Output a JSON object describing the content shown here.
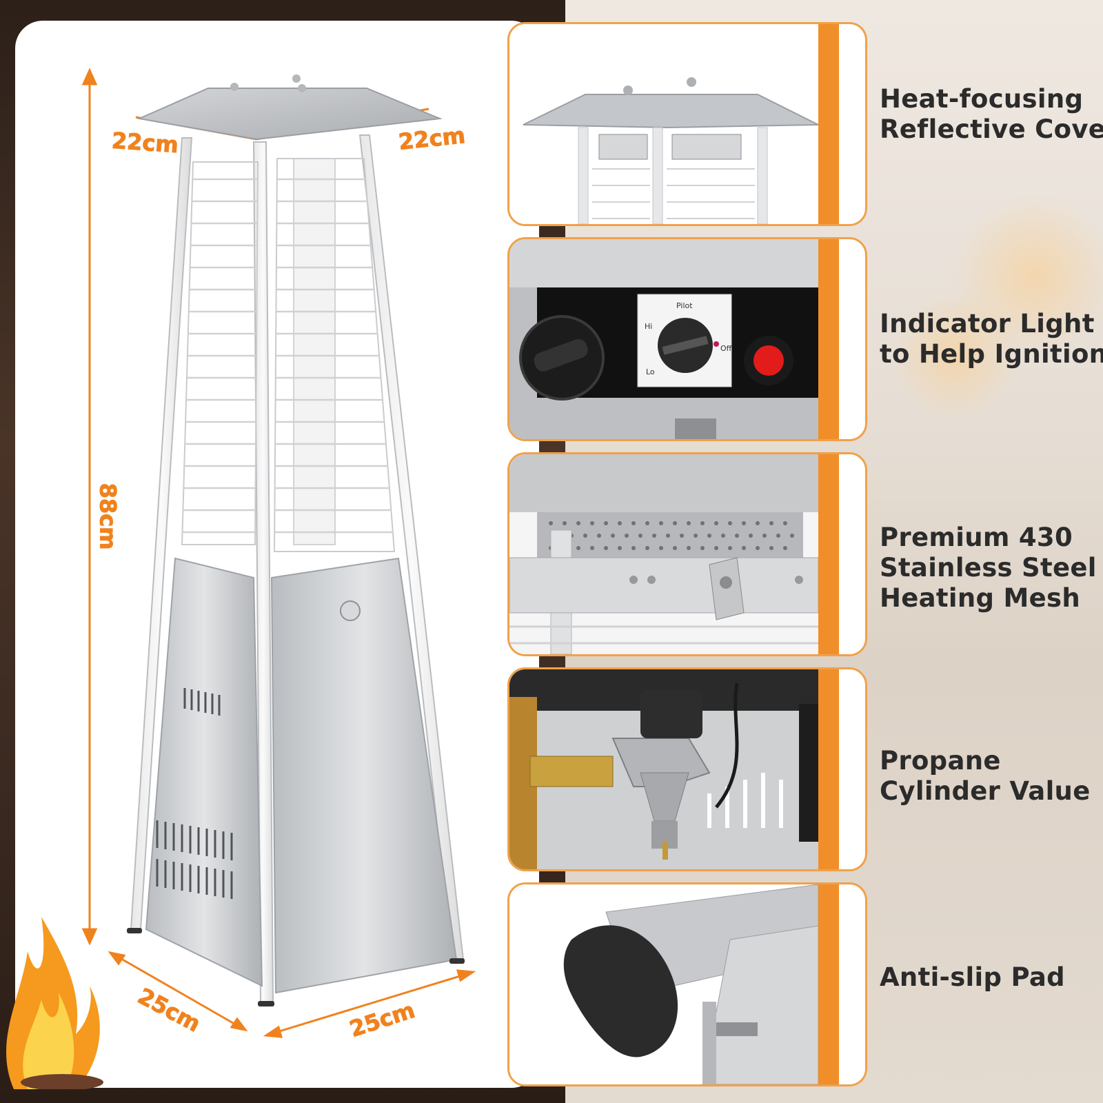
{
  "dimensions": {
    "top_left": "22cm",
    "top_right": "22cm",
    "height": "88cm",
    "bottom_left": "25cm",
    "bottom_right": "25cm"
  },
  "control_panel": {
    "pilot_label": "Pilot",
    "hi_label": "Hi",
    "lo_label": "Lo",
    "off_label": "Off"
  },
  "features": [
    {
      "lines": [
        "Heat-focusing",
        "Reflective Cover"
      ],
      "icon": "reflective-cover"
    },
    {
      "lines": [
        "Indicator Light",
        "to Help Ignition"
      ],
      "icon": "ignition-control"
    },
    {
      "lines": [
        "Premium 430",
        "Stainless Steel",
        "Heating Mesh"
      ],
      "icon": "heating-mesh"
    },
    {
      "lines": [
        "Propane",
        "Cylinder Value"
      ],
      "icon": "propane-valve"
    },
    {
      "lines": [
        "Anti-slip Pad"
      ],
      "icon": "anti-slip-pad"
    }
  ],
  "colors": {
    "accent": "#f0821e",
    "panel_border": "#f0a14a",
    "text": "#2b2b2b"
  }
}
